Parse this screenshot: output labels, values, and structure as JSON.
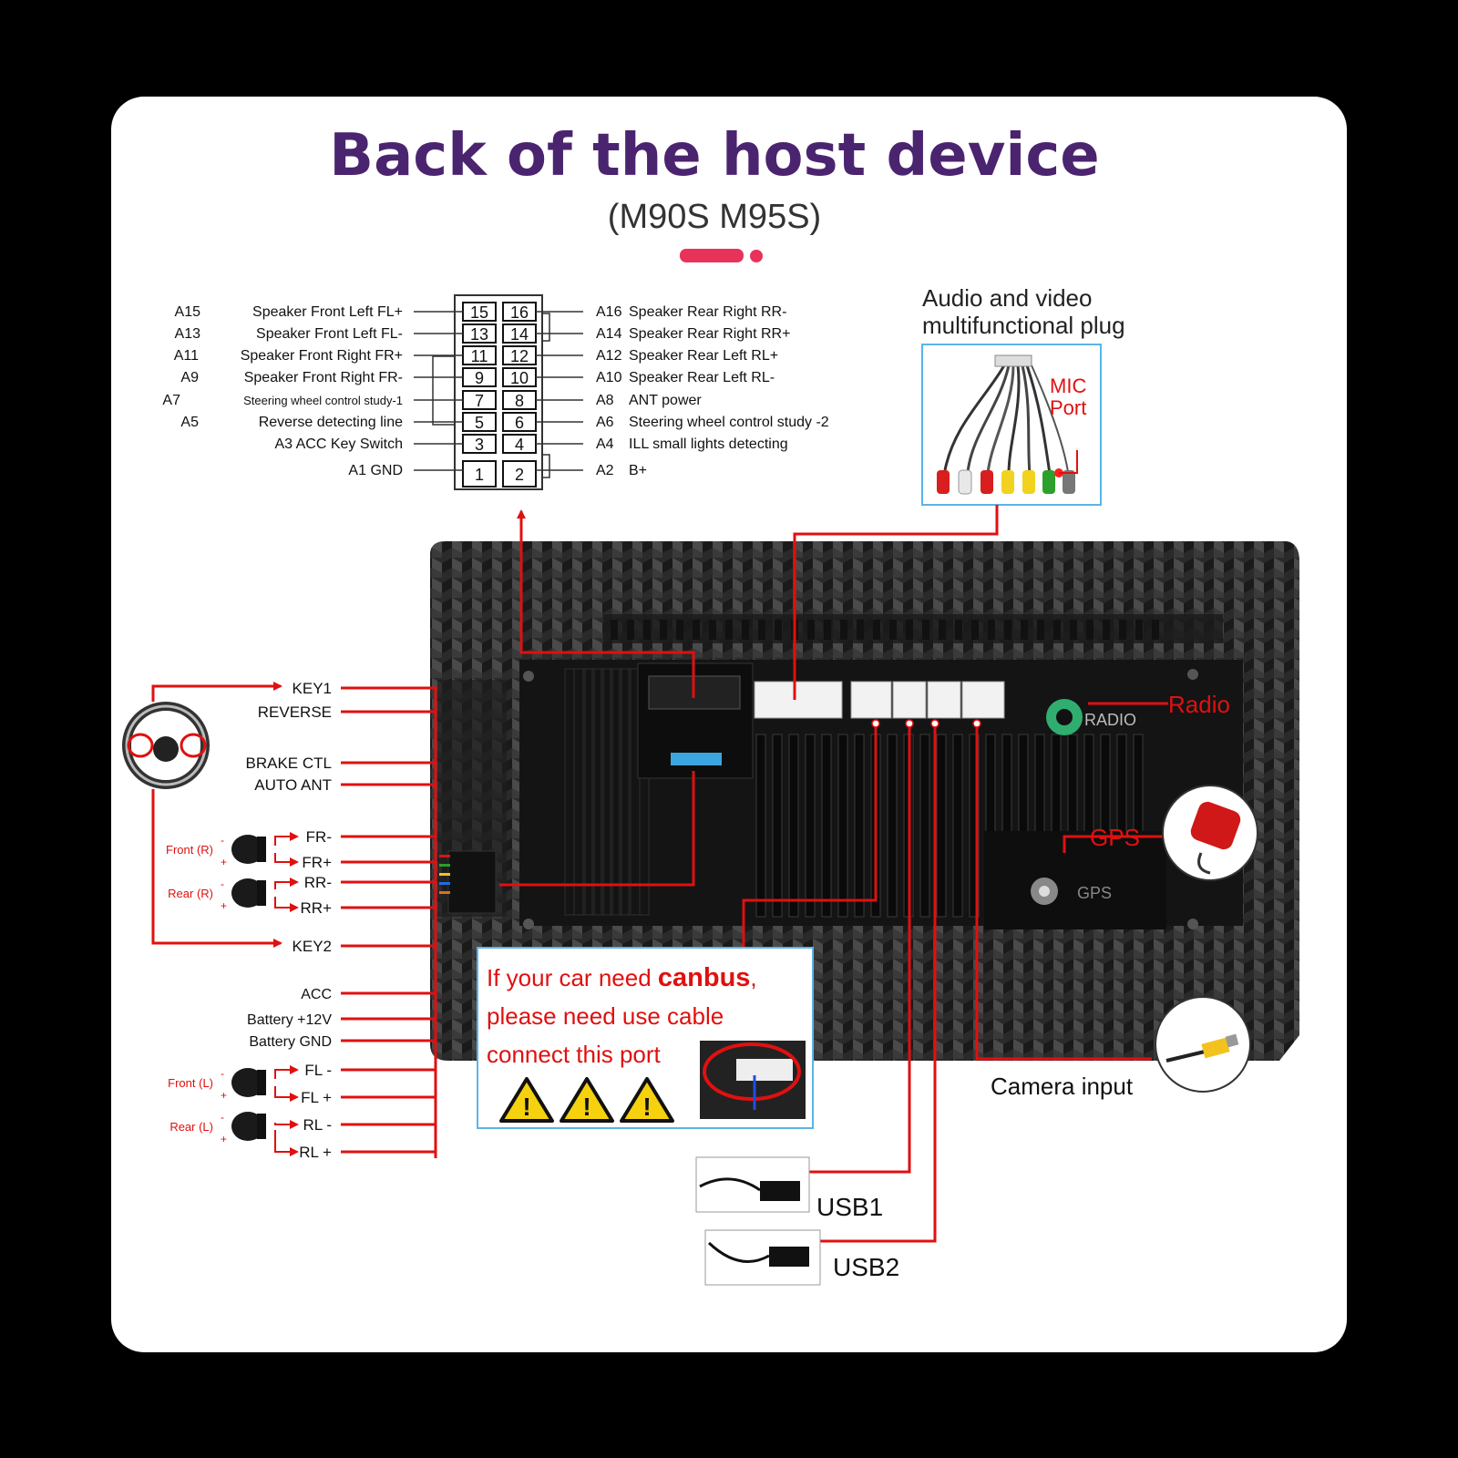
{
  "header": {
    "title": "Back of the host device",
    "subtitle": "(M90S M95S)"
  },
  "colors": {
    "title": "#4b2470",
    "accent": "#e8325a",
    "wire": "#e01010",
    "frame_border": "#5ab4e8",
    "panel": "#1c1c1c"
  },
  "pinout": {
    "left": [
      {
        "id": "A15",
        "label": "Speaker Front Left FL+"
      },
      {
        "id": "A13",
        "label": "Speaker Front Left FL-"
      },
      {
        "id": "A11",
        "label": "Speaker Front Right FR+"
      },
      {
        "id": "A9",
        "label": "Speaker Front Right FR-"
      },
      {
        "id": "A7",
        "label": "Steering wheel control study-1"
      },
      {
        "id": "A5",
        "label": "Reverse detecting line"
      },
      {
        "id": "",
        "label": "A3 ACC Key Switch"
      },
      {
        "id": "",
        "label": "A1 GND"
      }
    ],
    "pins_left": [
      "15",
      "13",
      "11",
      "9",
      "7",
      "5",
      "3",
      "1"
    ],
    "pins_right": [
      "16",
      "14",
      "12",
      "10",
      "8",
      "6",
      "4",
      "2"
    ],
    "right": [
      {
        "id": "A16",
        "label": "Speaker Rear Right RR-"
      },
      {
        "id": "A14",
        "label": "Speaker Rear Right RR+"
      },
      {
        "id": "A12",
        "label": "Speaker Rear Left RL+"
      },
      {
        "id": "A10",
        "label": "Speaker Rear Left RL-"
      },
      {
        "id": "A8",
        "label": "ANT power"
      },
      {
        "id": "A6",
        "label": "Steering wheel control study -2"
      },
      {
        "id": "A4",
        "label": "ILL small lights detecting"
      },
      {
        "id": "A2",
        "label": "B+"
      }
    ]
  },
  "av_plug": {
    "label_line1": "Audio and video",
    "label_line2": "multifunctional plug",
    "mic_line1": "MIC",
    "mic_line2": "Port"
  },
  "left_wires": {
    "group1": [
      "KEY1",
      "REVERSE",
      "BRAKE CTL",
      "AUTO ANT"
    ],
    "front_r_label": "Front (R)",
    "rear_r_label": "Rear (R)",
    "fr_minus": "FR-",
    "fr_plus": "FR+",
    "rr_minus": "RR-",
    "rr_plus": "RR+",
    "key2": "KEY2",
    "group2": [
      "ACC",
      "Battery +12V",
      "Battery GND"
    ],
    "front_l_label": "Front (L)",
    "rear_l_label": "Rear (L)",
    "fl_minus": "FL -",
    "fl_plus": "FL +",
    "rl_minus": "RL -",
    "rl_plus": "RL +",
    "minus_sign": "-",
    "plus_sign": "+"
  },
  "ports": {
    "radio_tag": "RADIO",
    "radio_label": "Radio",
    "gps_tag": "GPS",
    "gps_label": "GPS",
    "camera_label": "Camera input",
    "usb1": "USB1",
    "usb2": "USB2"
  },
  "canbus": {
    "line1_prefix": "If your car need ",
    "line1_bold": "canbus",
    "line1_suffix": ",",
    "line2": "please need use cable",
    "line3": "connect this port",
    "warning_symbol": "!"
  }
}
